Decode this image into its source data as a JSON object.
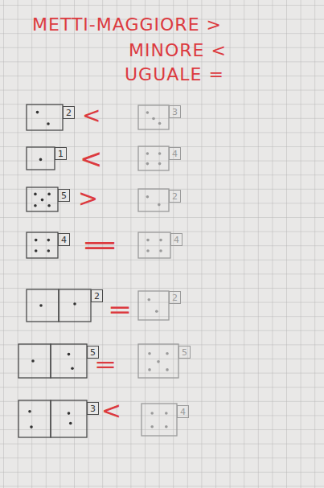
{
  "diagram": {
    "nodes": [
      {
        "text": [
          "2"
        ]
      },
      {
        "text": [
          "3"
        ]
      },
      {
        "text": [
          "1"
        ]
      },
      {
        "text": [
          "4"
        ]
      },
      {
        "text": [
          "5"
        ]
      },
      {
        "text": [
          "2"
        ]
      },
      {
        "text": [
          "4"
        ]
      },
      {
        "text": [
          "4"
        ]
      },
      {
        "text": [
          "2"
        ]
      },
      {
        "text": [
          "2"
        ]
      },
      {
        "text": [
          "5"
        ]
      },
      {
        "text": [
          "5"
        ]
      },
      {
        "text": [
          "3"
        ]
      },
      {
        "text": [
          "4"
        ]
      }
    ],
    "labels": [
      "METTI-MAGGIORE >",
      "MINORE <",
      "UGUALE =",
      "<",
      "<",
      ">",
      "=",
      "=",
      "=",
      "<"
    ]
  }
}
